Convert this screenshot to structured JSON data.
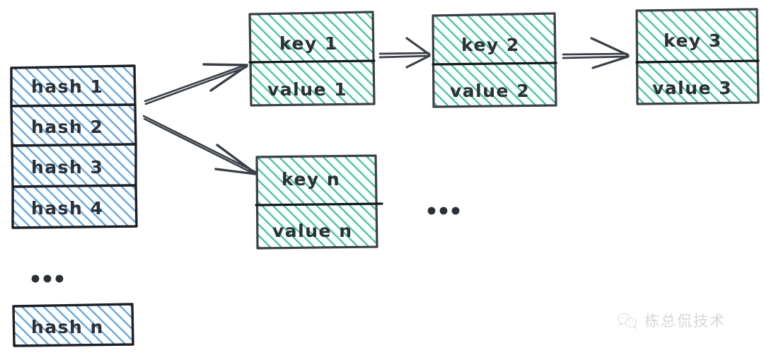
{
  "diagram": {
    "title": "hash-table-with-key-value-chains",
    "colors": {
      "blue_hatch": "#5ba3e0",
      "green_hatch": "#3cc49b",
      "stroke": "#2b2f36",
      "background": "#ffffff"
    },
    "hash_bucket_list": {
      "name": "hash-bucket-array",
      "items": [
        {
          "label": "hash 1"
        },
        {
          "label": "hash 2"
        },
        {
          "label": "hash 3"
        },
        {
          "label": "hash 4"
        }
      ],
      "ellipsis": "...",
      "tail": {
        "label": "hash n"
      }
    },
    "chains": [
      {
        "name": "chain-top",
        "nodes": [
          {
            "key": "key 1",
            "value": "value 1"
          },
          {
            "key": "key 2",
            "value": "value 2"
          },
          {
            "key": "key 3",
            "value": "value 3"
          }
        ]
      },
      {
        "name": "chain-bottom",
        "nodes": [
          {
            "key": "key n",
            "value": "value n"
          }
        ],
        "ellipsis": "..."
      }
    ]
  },
  "watermark": {
    "icon": "wechat-icon",
    "label": "栋总侃技术"
  }
}
